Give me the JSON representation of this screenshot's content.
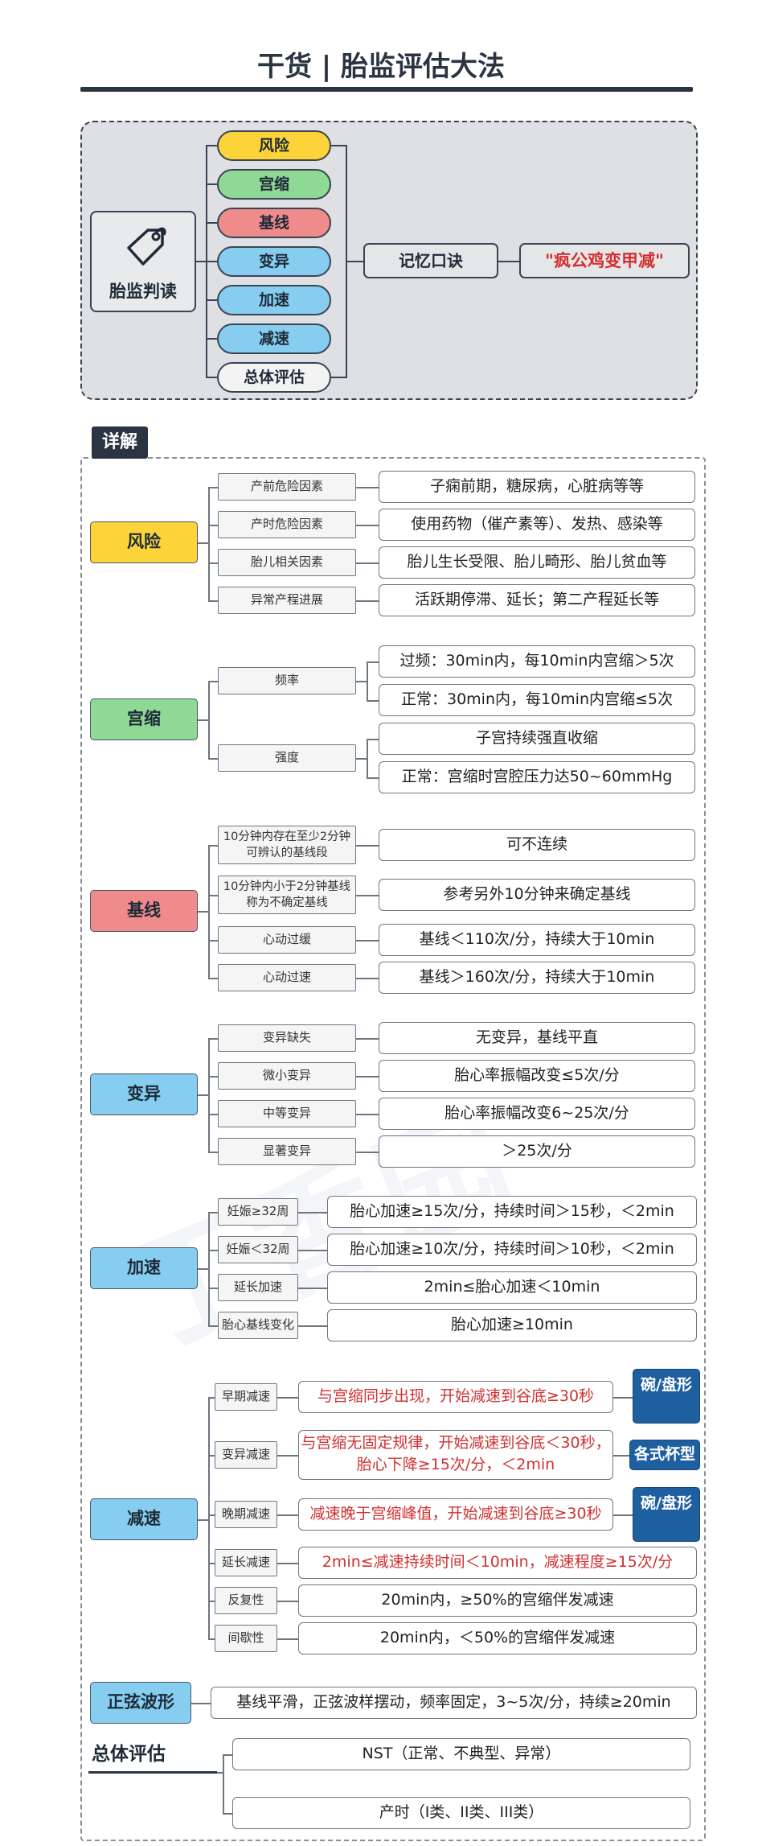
{
  "title": "干货 | 胎监评估大法",
  "summary": {
    "root_label": "胎监判读",
    "branches": [
      "风险",
      "宫缩",
      "基线",
      "变异",
      "加速",
      "减速",
      "总体评估"
    ],
    "mnemonic_label": "记忆口诀",
    "mnemonic": "\"疯公鸡变甲减\""
  },
  "detail": {
    "section_label": "详解",
    "risk": {
      "name": "风险",
      "items": [
        {
          "label": "产前危险因素",
          "value": "子痫前期，糖尿病，心脏病等等"
        },
        {
          "label": "产时危险因素",
          "value": "使用药物（催产素等）、发热、感染等"
        },
        {
          "label": "胎儿相关因素",
          "value": "胎儿生长受限、胎儿畸形、胎儿贫血等"
        },
        {
          "label": "异常产程进展",
          "value": "活跃期停滞、延长；第二产程延长等"
        }
      ]
    },
    "contraction": {
      "name": "宫缩",
      "freq_label": "频率",
      "freq_values": [
        "过频：30min内，每10min内宫缩＞5次",
        "正常：30min内，每10min内宫缩≤5次"
      ],
      "intensity_label": "强度",
      "intensity_values": [
        "子宫持续强直收缩",
        "正常：宫缩时宫腔压力达50~60mmHg"
      ]
    },
    "baseline": {
      "name": "基线",
      "items": [
        {
          "label": "10分钟内存在至少2分钟可辨认的基线段",
          "value": "可不连续"
        },
        {
          "label": "10分钟内小于2分钟基线称为不确定基线",
          "value": "参考另外10分钟来确定基线"
        },
        {
          "label": "心动过缓",
          "value": "基线＜110次/分，持续大于10min"
        },
        {
          "label": "心动过速",
          "value": "基线＞160次/分，持续大于10min"
        }
      ]
    },
    "variability": {
      "name": "变异",
      "items": [
        {
          "label": "变异缺失",
          "value": "无变异，基线平直"
        },
        {
          "label": "微小变异",
          "value": "胎心率振幅改变≤5次/分"
        },
        {
          "label": "中等变异",
          "value": "胎心率振幅改变6~25次/分"
        },
        {
          "label": "显著变异",
          "value": "＞25次/分"
        }
      ]
    },
    "acceleration": {
      "name": "加速",
      "items": [
        {
          "label": "妊娠≥32周",
          "value": "胎心加速≥15次/分，持续时间＞15秒，＜2min"
        },
        {
          "label": "妊娠＜32周",
          "value": "胎心加速≥10次/分，持续时间＞10秒，＜2min"
        },
        {
          "label": "延长加速",
          "value": "2min≤胎心加速＜10min"
        },
        {
          "label": "胎心基线变化",
          "value": "胎心加速≥10min"
        }
      ]
    },
    "deceleration": {
      "name": "减速",
      "items": [
        {
          "label": "早期减速",
          "value": "与宫缩同步出现，开始减速到谷底≥30秒"
        },
        {
          "label": "变异减速",
          "value": "与宫缩无固定规律，开始减速到谷底＜30秒，胎心下降≥15次/分，＜2min"
        },
        {
          "label": "晚期减速",
          "value": "减速晚于宫缩峰值，开始减速到谷底≥30秒"
        },
        {
          "label": "延长减速",
          "value": "2min≤减速持续时间＜10min，减速程度≥15次/分"
        },
        {
          "label": "反复性",
          "value": "20min内，≥50%的宫缩伴发减速"
        },
        {
          "label": "间歇性",
          "value": "20min内，＜50%的宫缩伴发减速"
        }
      ],
      "shapes": {
        "early": "碗/盘形",
        "variable": "各式杯型",
        "late": "碗/盘形"
      }
    },
    "sinusoidal": {
      "name": "正弦波形",
      "value": "基线平滑，正弦波样摆动，频率固定，3~5次/分，持续≥20min"
    },
    "overall": {
      "name": "总体评估",
      "items": [
        "NST（正常、不典型、异常）",
        "产时（I类、II类、III类）"
      ]
    }
  },
  "colors": {
    "dark": "#2b3442",
    "yellow": "#fcd43a",
    "green": "#8fd996",
    "red": "#ef8b8b",
    "blue": "#86cdf0",
    "accent_red": "#d42f2f",
    "badge_blue": "#1e5fa0"
  }
}
